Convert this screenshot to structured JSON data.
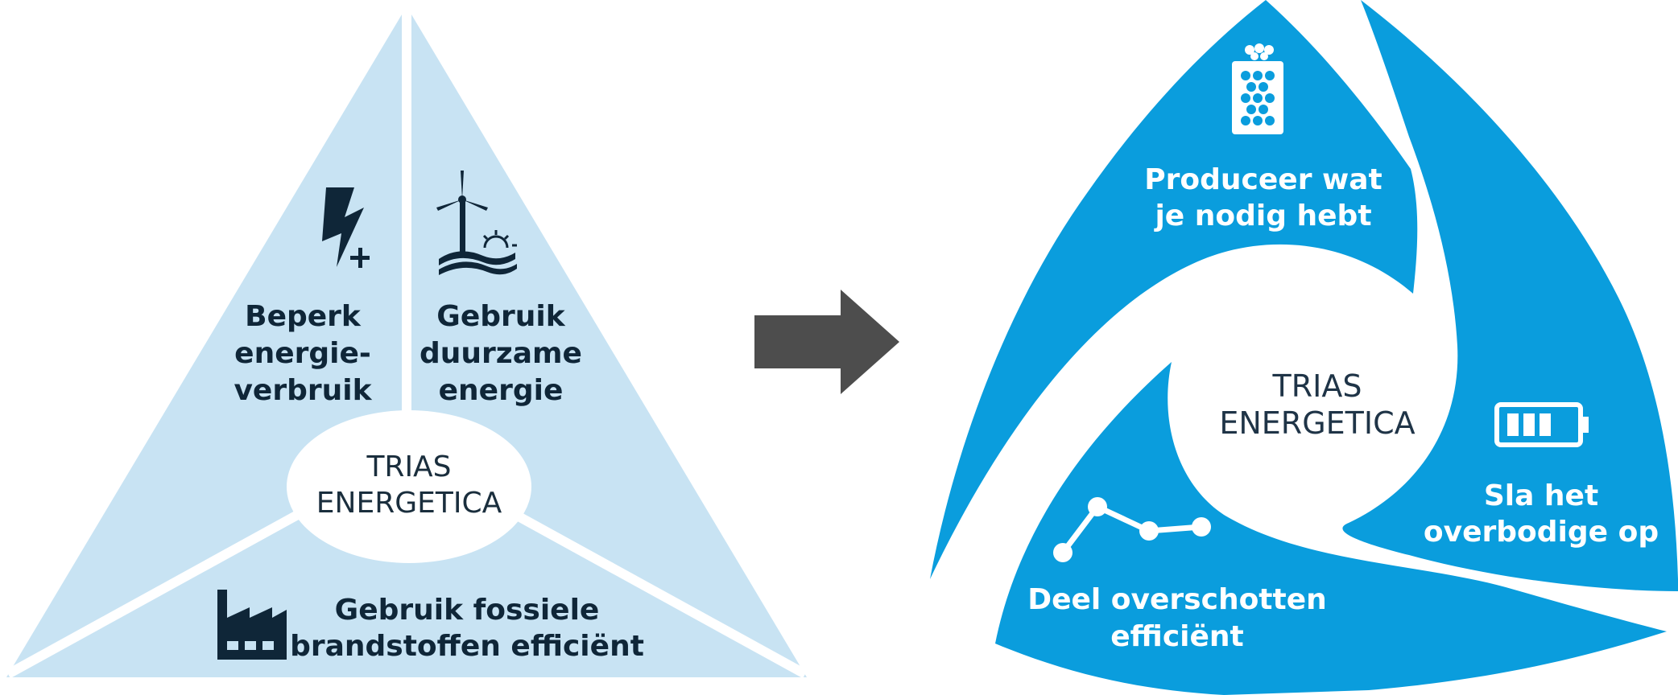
{
  "colors": {
    "light_blue": "#c8e3f3",
    "brand_blue": "#0a9ddd",
    "icon_dark": "#0f2638",
    "arrow": "#4d4d4d",
    "white": "#ffffff"
  },
  "left_diagram": {
    "segment_top_left": {
      "line1": "Beperk",
      "line2": "energie-",
      "line3": "verbruik",
      "icon": "lightning-plus-icon"
    },
    "segment_top_right": {
      "line1": "Gebruik",
      "line2": "duurzame",
      "line3": "energie",
      "icon": "wind-turbine-sun-icon"
    },
    "segment_bottom": {
      "line1": "Gebruik fossiele",
      "line2": "brandstoffen efficiënt",
      "icon": "factory-icon"
    },
    "center": {
      "line1": "TRIAS",
      "line2": "ENERGETICA"
    }
  },
  "arrow": {
    "icon": "arrow-right-icon"
  },
  "right_diagram": {
    "segment_top": {
      "line1": "Produceer wat",
      "line2": "je nodig hebt",
      "icon": "cell-stack-icon"
    },
    "segment_right": {
      "line1": "Sla het",
      "line2": "overbodige op",
      "icon": "battery-icon"
    },
    "segment_bottom": {
      "line1": "Deel overschotten",
      "line2": "efficiënt",
      "icon": "network-nodes-icon"
    },
    "center": {
      "line1": "TRIAS",
      "line2": "ENERGETICA"
    }
  }
}
